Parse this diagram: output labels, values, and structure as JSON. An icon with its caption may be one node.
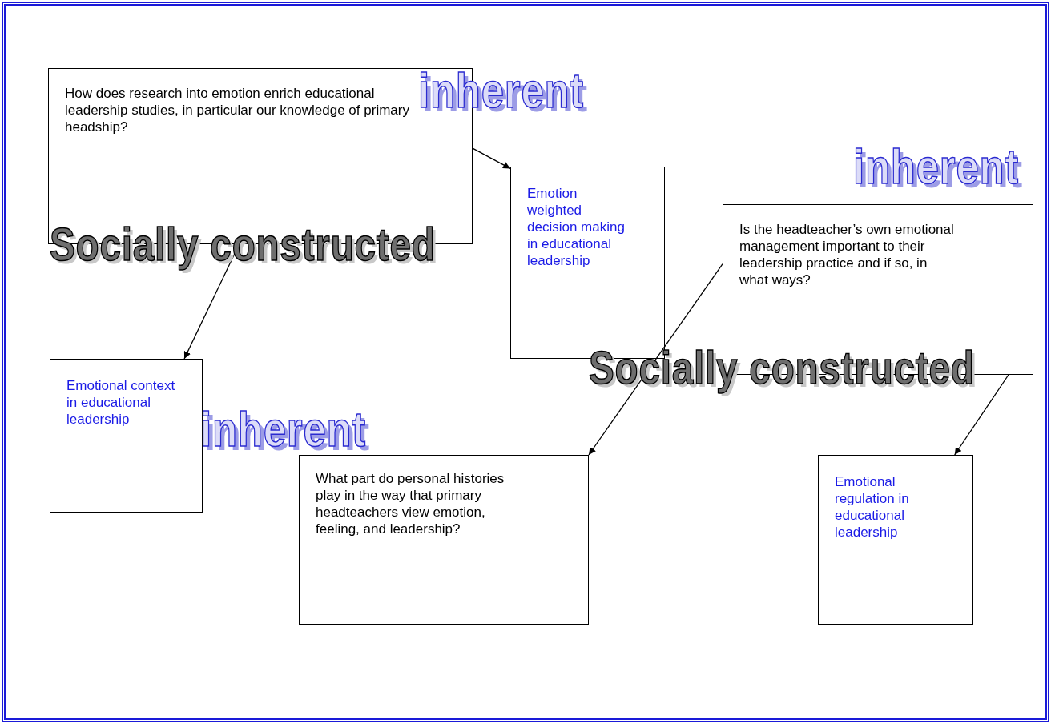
{
  "diagram": {
    "nodes": [
      {
        "text": [
          "How does research into emotion enrich educational leadership studies, in particular our knowledge of primary headship?"
        ]
      },
      {
        "text": [
          "Emotion weighted decision making in educational leadership"
        ]
      },
      {
        "text": [
          "Is the headteacher’s own emotional management important to their leadership practice and if so, in what ways?"
        ]
      },
      {
        "text": [
          "Emotional context in educational leadership"
        ]
      },
      {
        "text": [
          "What part do personal histories play in the way that primary headteachers view emotion, feeling, and leadership?"
        ]
      },
      {
        "text": [
          "Emotional regulation in educational leadership"
        ]
      }
    ],
    "edges": [
      {
        "from": 0,
        "to": 1,
        "arrow": "to"
      },
      {
        "from": 0,
        "to": 3,
        "arrow": "to"
      },
      {
        "from": 2,
        "to": 4,
        "arrow": "to"
      },
      {
        "from": 2,
        "to": 5,
        "arrow": "to"
      }
    ],
    "labels": [
      "inherent",
      "inherent",
      "Socially constructed",
      "Socially constructed",
      "inherent"
    ]
  }
}
